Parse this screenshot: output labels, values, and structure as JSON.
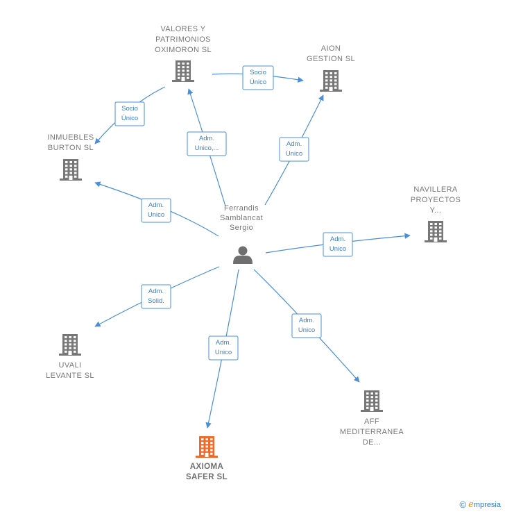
{
  "colors": {
    "edge": "#4a8fd8",
    "company": "#777777",
    "main_company": "#f06a2c",
    "person": "#6f6f6f"
  },
  "center": {
    "name": [
      "Ferrandis",
      "Samblancat",
      "Sergio"
    ],
    "icon": "person-icon"
  },
  "nodes": [
    {
      "id": "valores",
      "lines": [
        "VALORES Y",
        "PATRIMONIOS",
        "OXIMORON SL"
      ],
      "icon": "building-icon"
    },
    {
      "id": "aion",
      "lines": [
        "AION",
        "GESTION SL"
      ],
      "icon": "building-icon"
    },
    {
      "id": "inmuebles",
      "lines": [
        "INMUEBLES",
        "BURTON SL"
      ],
      "icon": "building-icon"
    },
    {
      "id": "navillera",
      "lines": [
        "NAVILLERA",
        "PROYECTOS",
        "Y..."
      ],
      "icon": "building-icon"
    },
    {
      "id": "uvali",
      "lines": [
        "UVALI",
        "LEVANTE SL"
      ],
      "icon": "building-icon"
    },
    {
      "id": "axioma",
      "lines": [
        "AXIOMA",
        "SAFER SL"
      ],
      "icon": "building-icon",
      "main": true
    },
    {
      "id": "aff",
      "lines": [
        "AFF",
        "MEDITERRANEA",
        "DE..."
      ],
      "icon": "building-icon"
    }
  ],
  "edges": [
    {
      "from": "valores",
      "to": "aion",
      "label": [
        "Socio",
        "Único"
      ]
    },
    {
      "from": "valores",
      "to": "inmuebles",
      "label": [
        "Socio",
        "Único"
      ]
    },
    {
      "from": "center",
      "to": "valores",
      "label": [
        "Adm.",
        "Unico,..."
      ]
    },
    {
      "from": "center",
      "to": "aion",
      "label": [
        "Adm.",
        "Unico"
      ]
    },
    {
      "from": "center",
      "to": "inmuebles",
      "label": [
        "Adm.",
        "Unico"
      ]
    },
    {
      "from": "center",
      "to": "navillera",
      "label": [
        "Adm.",
        "Unico"
      ]
    },
    {
      "from": "center",
      "to": "uvali",
      "label": [
        "Adm.",
        "Solid."
      ]
    },
    {
      "from": "center",
      "to": "axioma",
      "label": [
        "Adm.",
        "Unico"
      ]
    },
    {
      "from": "center",
      "to": "aff",
      "label": [
        "Adm.",
        "Unico"
      ]
    }
  ],
  "copyright": {
    "symbol": "©",
    "brand_initial": "e",
    "brand_rest": "mpresia"
  }
}
